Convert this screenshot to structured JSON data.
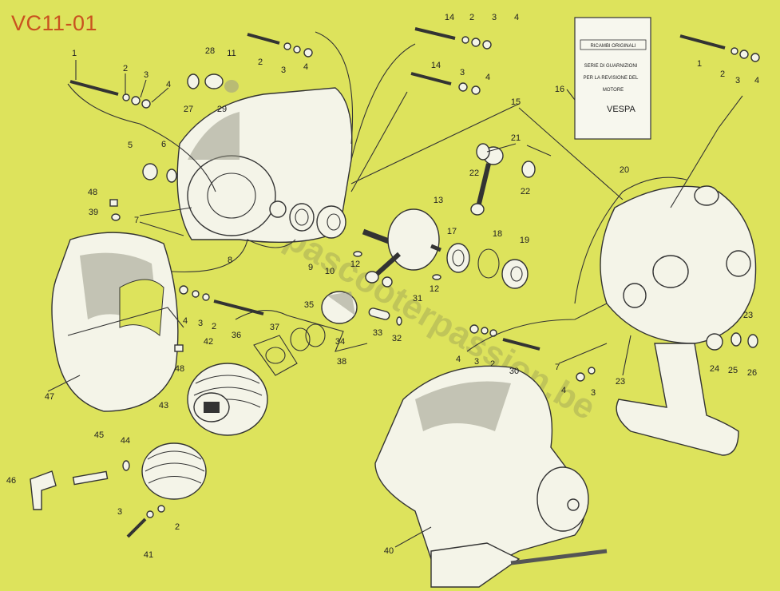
{
  "title": "VC11-01",
  "watermark": "vespascooterpassion.be",
  "packet": {
    "brand": "RICAMBI ORIGINALI",
    "line1": "SERIE DI GUARNIZIONI",
    "line2": "PER LA REVISIONE DEL",
    "line3": "MOTORE",
    "line4": "VESPA"
  },
  "labels": [
    "1",
    "2",
    "3",
    "4",
    "28",
    "27",
    "29",
    "11",
    "2",
    "3",
    "4",
    "14",
    "2",
    "3",
    "4",
    "14",
    "3",
    "4",
    "16",
    "1",
    "2",
    "3",
    "4",
    "15",
    "21",
    "22",
    "22",
    "20",
    "5",
    "6",
    "48",
    "39",
    "7",
    "8",
    "9",
    "10",
    "13",
    "12",
    "17",
    "18",
    "19",
    "12",
    "31",
    "35",
    "34",
    "38",
    "33",
    "32",
    "4",
    "3",
    "2",
    "36",
    "37",
    "42",
    "48",
    "47",
    "43",
    "45",
    "44",
    "46",
    "3",
    "2",
    "41",
    "4",
    "3",
    "2",
    "30",
    "7",
    "4",
    "3",
    "23",
    "23",
    "24",
    "25",
    "26",
    "40"
  ]
}
